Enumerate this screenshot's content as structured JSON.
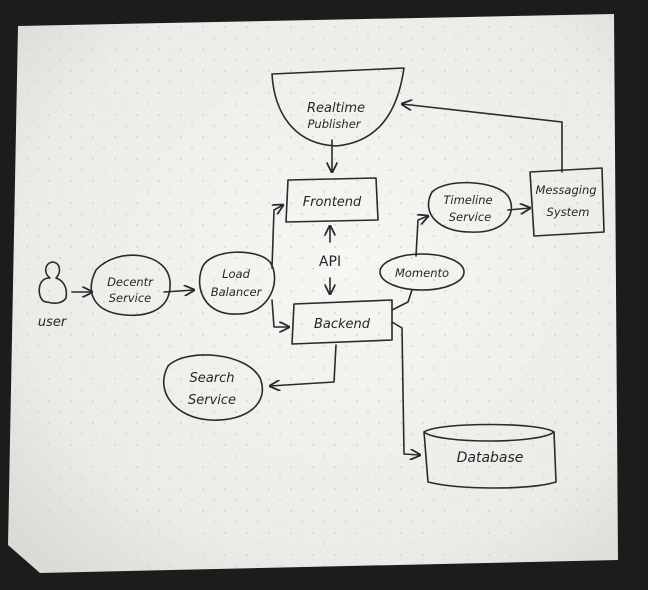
{
  "diagram": {
    "user_label": "user",
    "nodes": {
      "realtime": [
        "Realtime",
        "Publisher"
      ],
      "frontend": [
        "Frontend"
      ],
      "timeline": [
        "Timeline",
        "Service"
      ],
      "messaging": [
        "Messaging",
        "System"
      ],
      "api": [
        "API"
      ],
      "momento": [
        "Momento"
      ],
      "decentr": [
        "Decentr",
        "Service"
      ],
      "loadbalancer": [
        "Load",
        "Balancer"
      ],
      "backend": [
        "Backend"
      ],
      "search": [
        "Search",
        "Service"
      ],
      "database": [
        "Database"
      ]
    }
  },
  "colors": {
    "ink": "#2a2a2e",
    "paper": "#f1f1ee",
    "background": "#1c1c1c"
  }
}
